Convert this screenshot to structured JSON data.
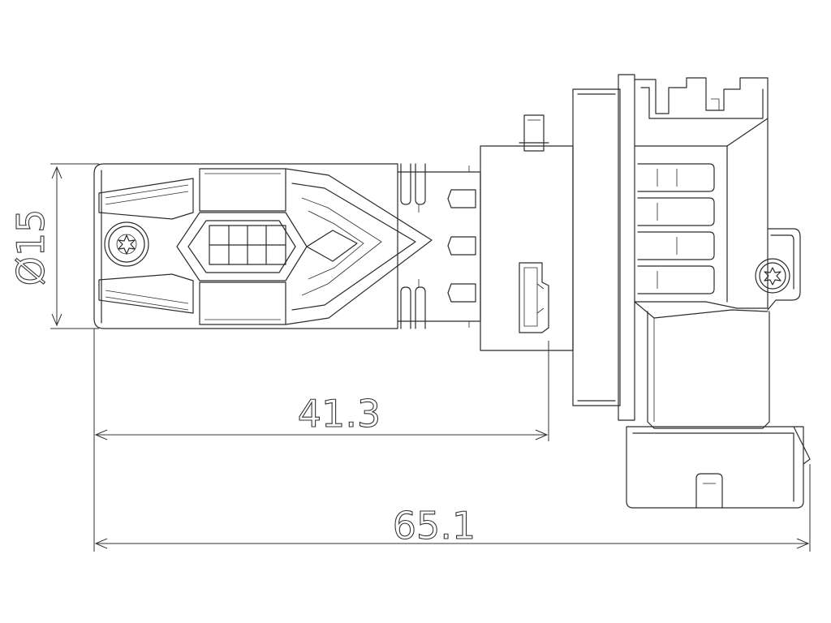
{
  "dimensions": {
    "diameter": "Ø15",
    "mid_length": "41.3",
    "total_length": "65.1"
  },
  "icons": [
    "torx-screw-icon",
    "torx-screw-icon"
  ],
  "colors": {
    "line": "#2b2b2b",
    "background": "#ffffff"
  }
}
